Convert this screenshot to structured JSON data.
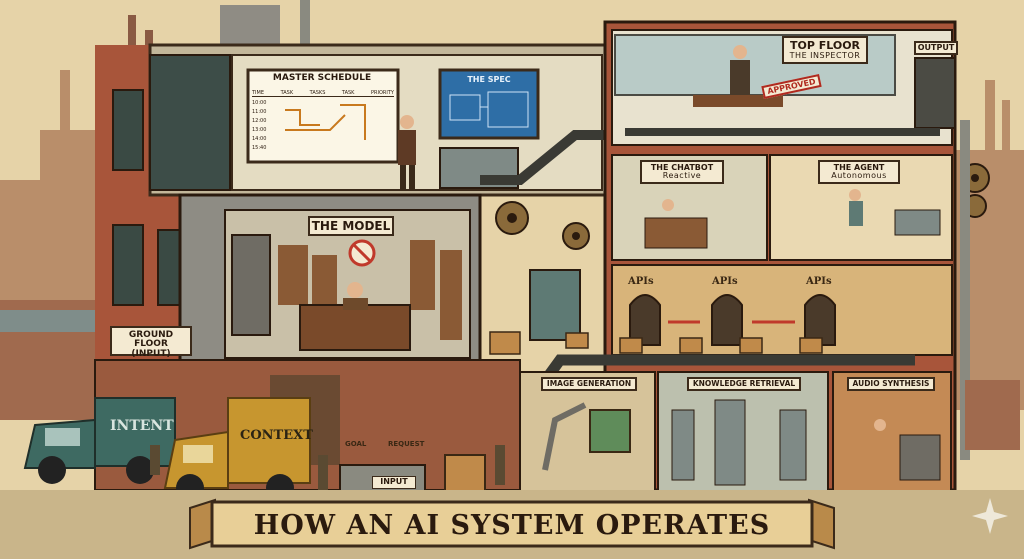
{
  "title": "HOW AN AI SYSTEM OPERATES",
  "colors": {
    "brick": "#a8553a",
    "paper": "#f4ead2",
    "ink": "#2a1a0e",
    "truck_green": "#3e6a62",
    "truck_yellow": "#c7962f",
    "wall_cream": "#efe0b9",
    "steel": "#7f8a86"
  },
  "labels": {
    "master_schedule": "MASTER SCHEDULE",
    "the_spec": "THE SPEC",
    "the_model": "THE MODEL",
    "ground_floor_line1": "GROUND FLOOR",
    "ground_floor_line2": "(INPUT)",
    "top_floor": "TOP FLOOR",
    "top_floor_sub": "THE INSPECTOR",
    "output": "OUTPUT",
    "approved": "APPROVED",
    "chatbot": "THE CHATBOT",
    "chatbot_sub": "Reactive",
    "agent": "THE AGENT",
    "agent_sub": "Autonomous",
    "apis": [
      "APIs",
      "APIs",
      "APIs"
    ],
    "image_generation": "IMAGE GENERATION",
    "knowledge_retrieval": "KNOWLEDGE RETRIEVAL",
    "audio_synthesis": "AUDIO SYNTHESIS",
    "input": "INPUT",
    "intent": "INTENT",
    "context": "CONTEXT",
    "goal": "GOAL",
    "request": "REQUEST"
  },
  "schedule_table": {
    "headers": [
      "TIME",
      "TASK",
      "TASKS",
      "TASK",
      "PRIORITY"
    ],
    "times": [
      "10:00",
      "11:00",
      "12:00",
      "13:00",
      "14:00",
      "15:40"
    ]
  },
  "icons": [
    "gear-icon",
    "no-entry-icon",
    "arrow-icon",
    "stamp-icon",
    "sparkle-icon"
  ]
}
